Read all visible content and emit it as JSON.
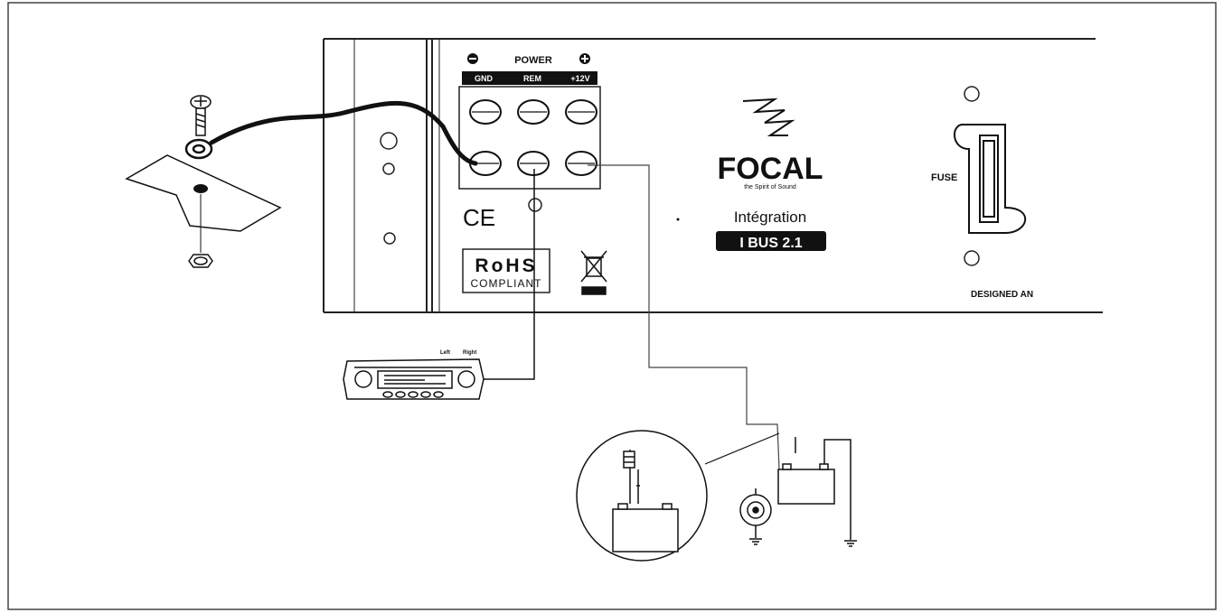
{
  "amplifier": {
    "power_label": "POWER",
    "terminals": [
      "GND",
      "REM",
      "+12V"
    ],
    "brand": "FOCAL",
    "tagline": "the Spirit of Sound",
    "series": "Intégration",
    "model": "I BUS 2.1",
    "fuse_label": "FUSE",
    "designed_label": "DESIGNED AN"
  },
  "certifications": {
    "ce": "CE",
    "rohs": "RoHS",
    "rohs_sub": "COMPLIANT"
  },
  "head_unit": {
    "left_label": "Left",
    "right_label": "Right"
  }
}
